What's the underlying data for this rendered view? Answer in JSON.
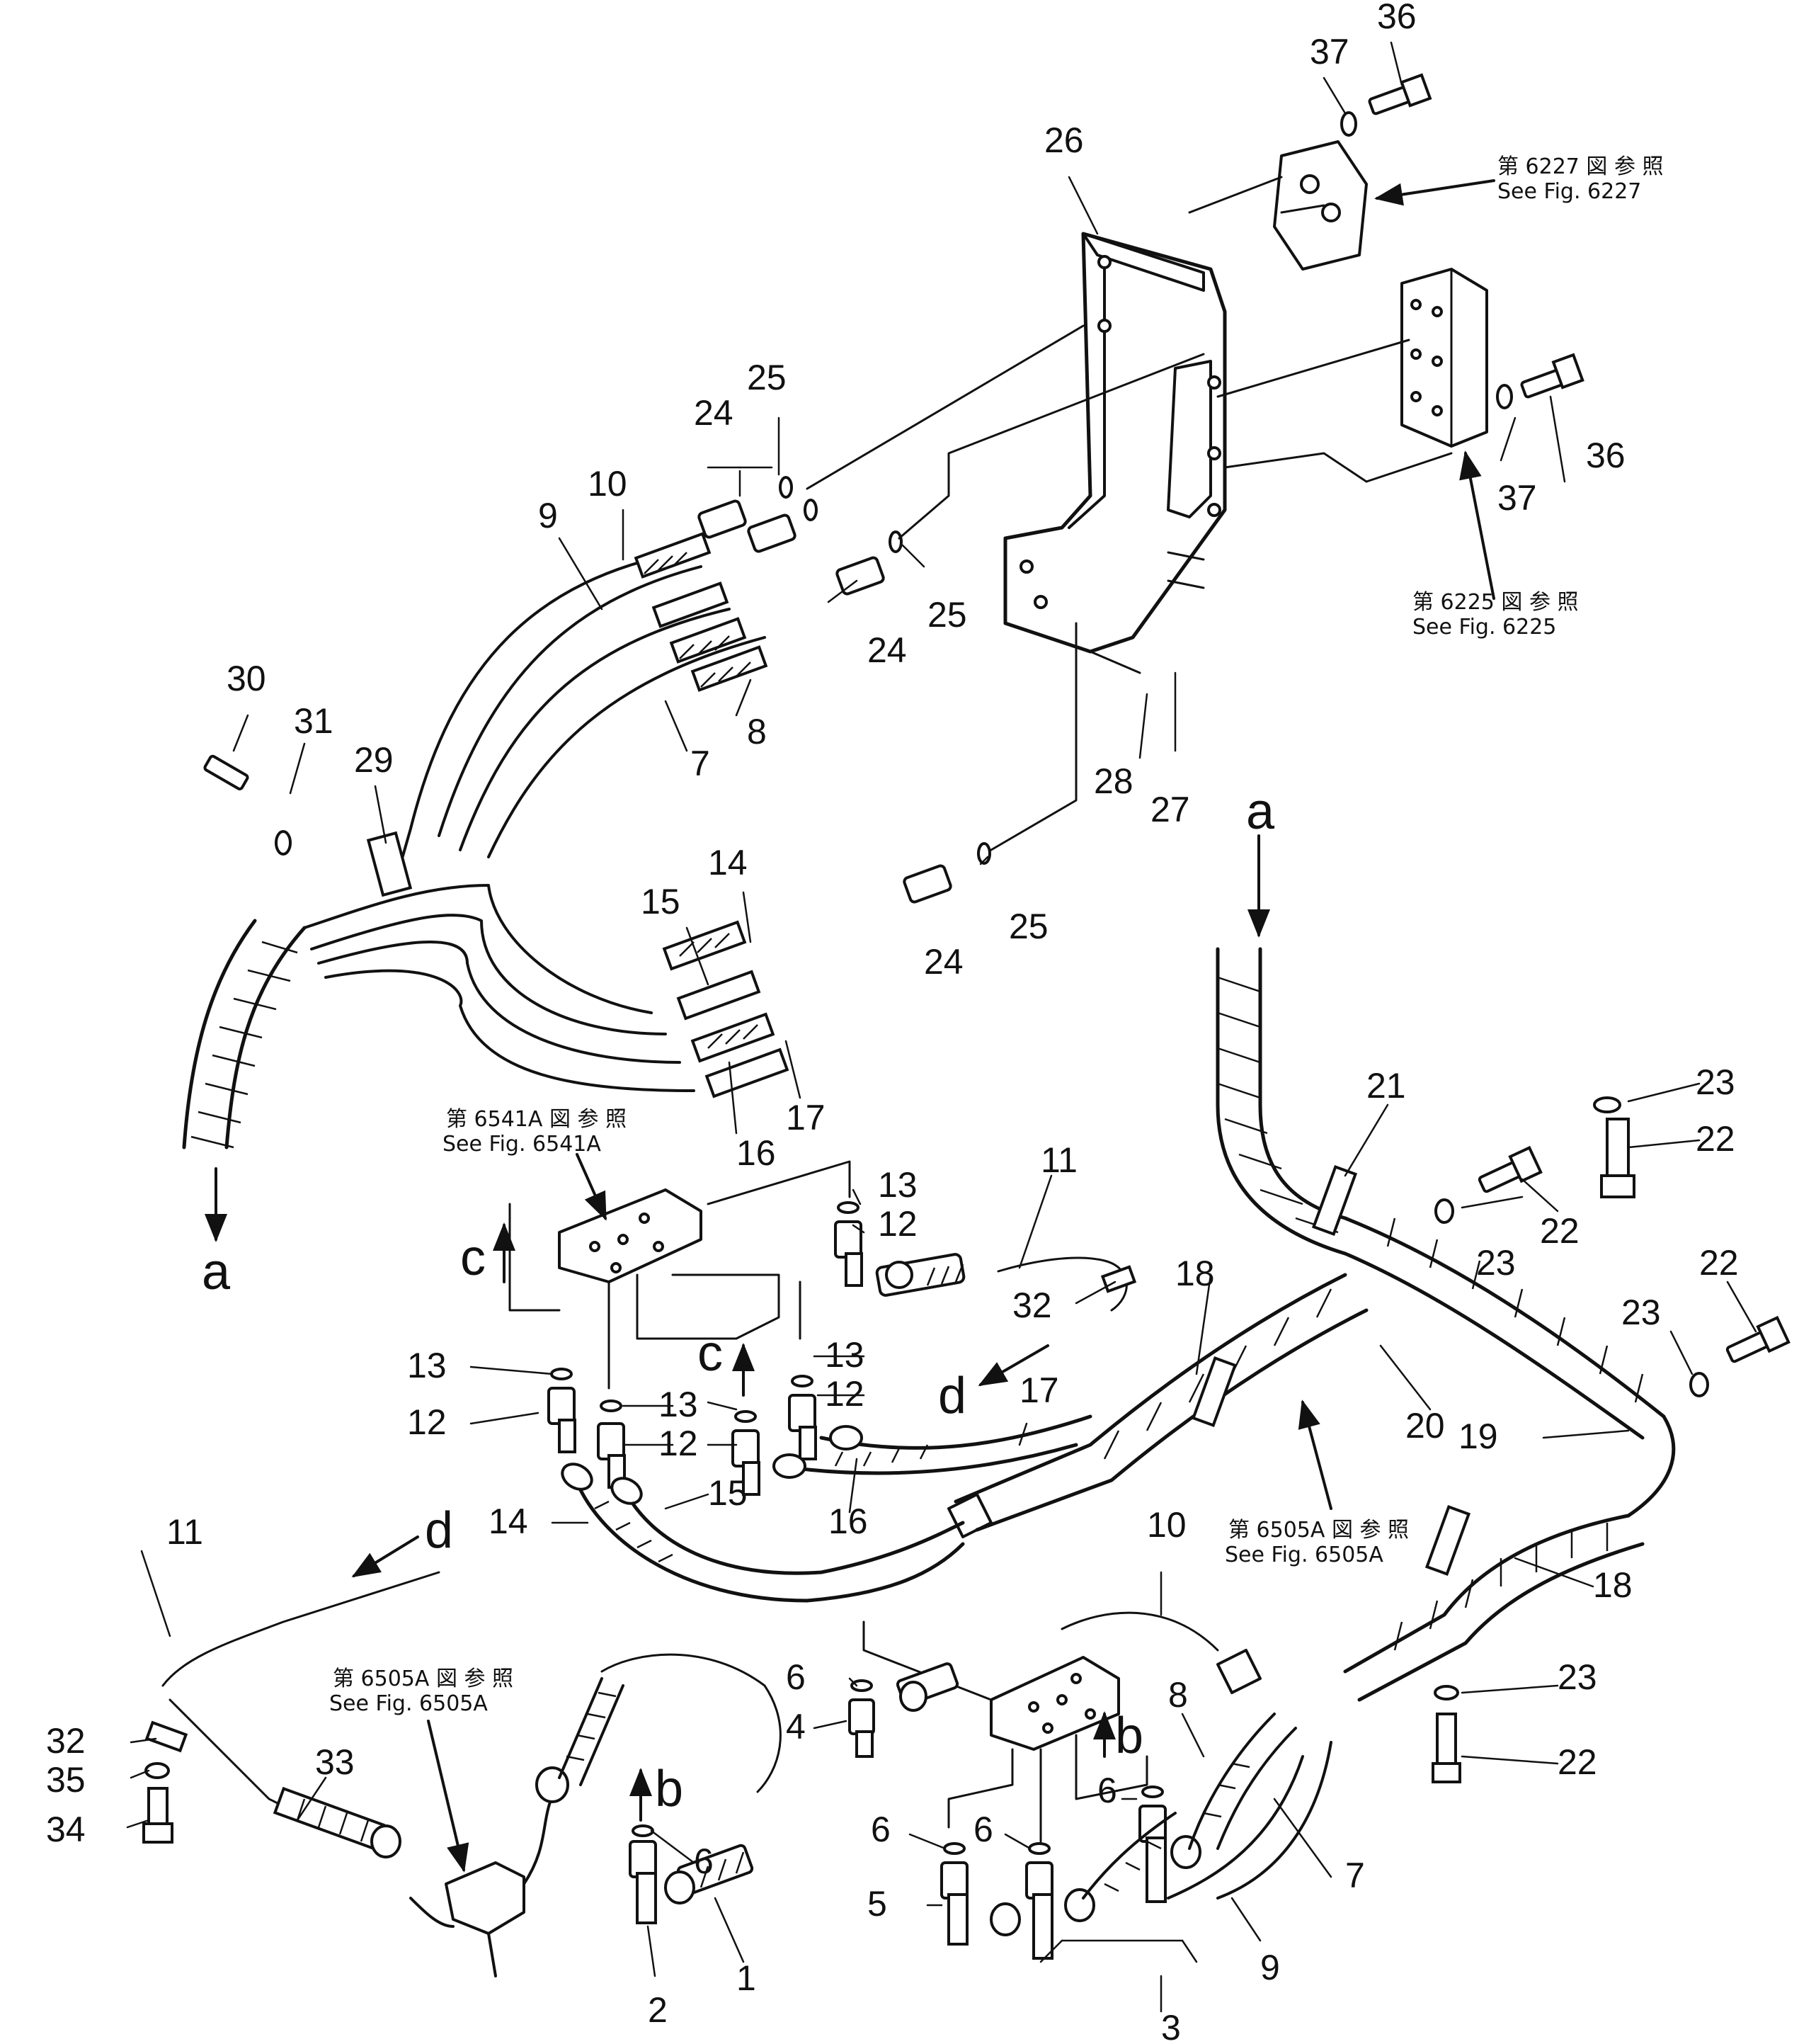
{
  "part_numbers": [
    "36",
    "37",
    "26",
    "25",
    "24",
    "10",
    "9",
    "7",
    "8",
    "30",
    "31",
    "29",
    "28",
    "27",
    "14",
    "15",
    "16",
    "17",
    "11",
    "32",
    "13",
    "12",
    "18",
    "21",
    "20",
    "19",
    "23",
    "22",
    "6",
    "4",
    "5",
    "3",
    "2",
    "1",
    "33",
    "34",
    "35"
  ],
  "section_letters": [
    "a",
    "b",
    "c",
    "d"
  ],
  "references": [
    {
      "jp": "第 6227 図 参 照",
      "en": "See Fig. 6227"
    },
    {
      "jp": "第 6225 図 参 照",
      "en": "See Fig. 6225"
    },
    {
      "jp": "第 6541A 図 参 照",
      "en": "See Fig. 6541A"
    },
    {
      "jp": "第 6505A 図 参 照",
      "en": "See Fig. 6505A"
    },
    {
      "jp": "第 6505A 図 参 照",
      "en": "See Fig. 6505A"
    }
  ]
}
